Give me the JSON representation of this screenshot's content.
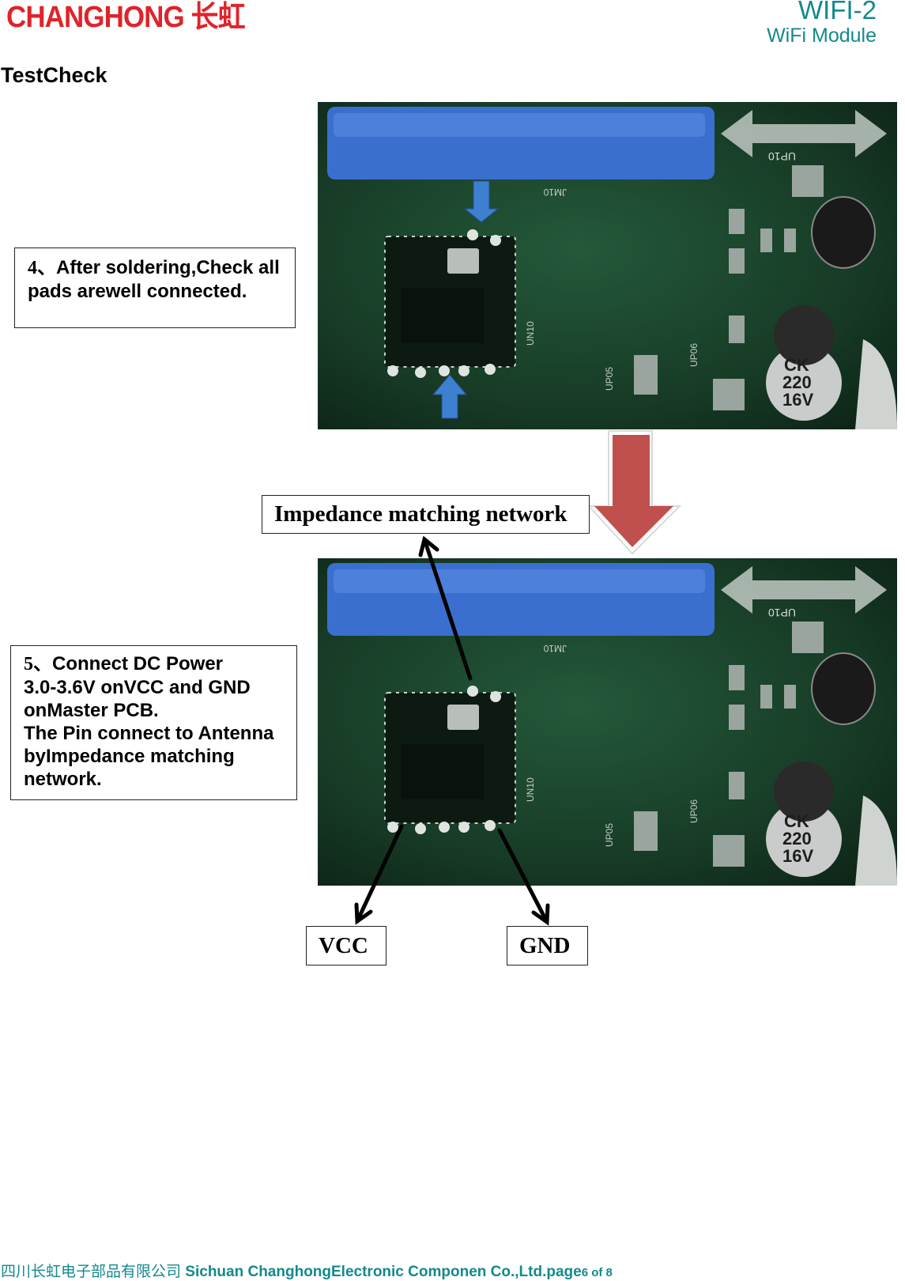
{
  "header": {
    "logo_text": "CHANGHONG 长虹",
    "doc_title": "WIFI-2",
    "doc_subtitle": "WiFi Module"
  },
  "section_title": "TestCheck",
  "notes": {
    "step4_num": "4、",
    "step4_text": "After soldering,Check all pads arewell connected.",
    "step5_num": "5、",
    "step5_line1": "Connect DC Power",
    "step5_line2": "3.0-3.6V onVCC and GND",
    "step5_line3": "onMaster PCB.",
    "step5_line4": "The Pin connect to Antenna",
    "step5_line5": "byImpedance matching",
    "step5_line6": "network."
  },
  "labels": {
    "impedance": "Impedance matching network",
    "vcc": "VCC",
    "gnd": "GND"
  },
  "pcb_marks": {
    "ref1": "UP10",
    "ref2": "JM10",
    "ref3": "UN10",
    "ref4": "UP05",
    "ref5": "UP06",
    "cap_line1": "CK",
    "cap_line2": "220",
    "cap_line3": "16V"
  },
  "footer": {
    "company_cn": "四川长虹电子部品有限公司",
    "company_en": " Sichuan ChanghongElectronic Componen Co.,Ltd.page",
    "page_num": "6",
    "page_of": " of 8"
  },
  "colors": {
    "brand_red": "#e0232a",
    "teal": "#14898c",
    "pcb_green": "#1d4a2f",
    "arrow_blue": "#3e7fd0",
    "arrow_red": "#c0504d"
  }
}
